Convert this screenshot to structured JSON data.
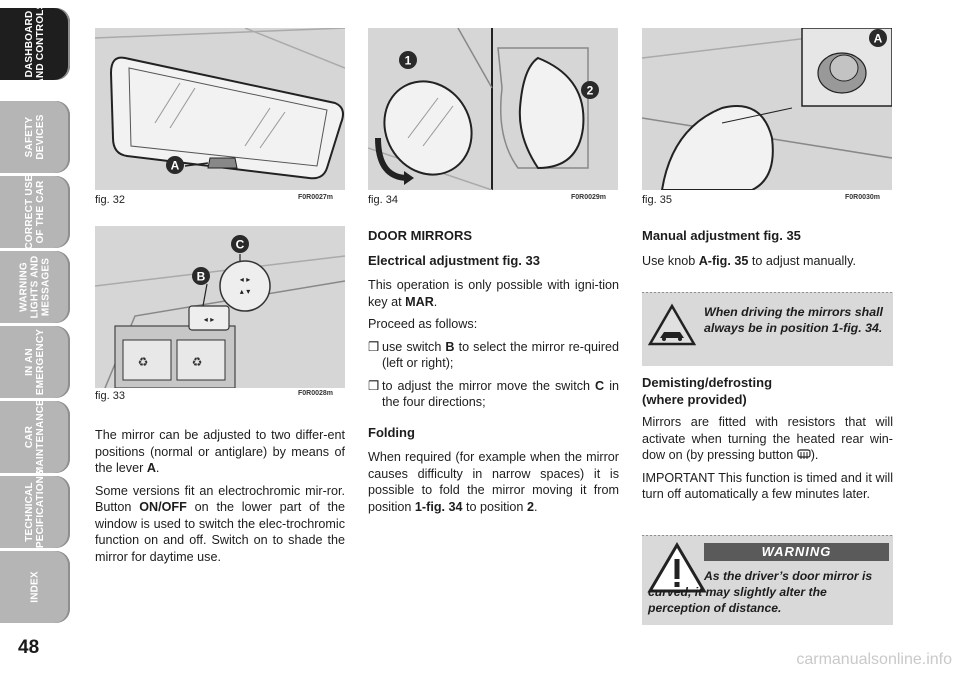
{
  "nav_tabs": [
    {
      "label": "DASHBOARD\nAND CONTROLS",
      "active": true
    },
    {
      "label": "SAFETY\nDEVICES",
      "active": false
    },
    {
      "label": "CORRECT USE\nOF THE CAR",
      "active": false
    },
    {
      "label": "WARNING\nLIGHTS AND\nMESSAGES",
      "active": false
    },
    {
      "label": "IN AN\nEMERGENCY",
      "active": false
    },
    {
      "label": "CAR\nMAINTENANCE",
      "active": false
    },
    {
      "label": "TECHNICAL\nSPECIFICATIONS",
      "active": false
    },
    {
      "label": "INDEX",
      "active": false
    }
  ],
  "page_number": "48",
  "figures": {
    "f32": {
      "label": "fig. 32",
      "code": "F0R0027m",
      "callouts": [
        "A"
      ]
    },
    "f33": {
      "label": "fig. 33",
      "code": "F0R0028m",
      "callouts": [
        "B",
        "C"
      ]
    },
    "f34": {
      "label": "fig. 34",
      "code": "F0R0029m",
      "callouts": [
        "1",
        "2"
      ]
    },
    "f35": {
      "label": "fig. 35",
      "code": "F0R0030m",
      "callouts": [
        "A"
      ]
    }
  },
  "col1": {
    "p1": [
      "The mirror can be adjusted to two differ-ent positions (normal or antiglare) by means of the lever ",
      "A",
      "."
    ],
    "p2": [
      "Some versions fit an electrochromic mir-ror. Button ",
      "ON/OFF",
      " on the lower part of the window is used to switch the elec-trochromic function on and off. Switch on to shade the mirror for daytime use."
    ]
  },
  "col2": {
    "heading": "DOOR MIRRORS",
    "subheading": "Electrical adjustment fig. 33",
    "p1": [
      "This operation is only possible with igni-tion key at ",
      "MAR",
      "."
    ],
    "p2": "Proceed as follows:",
    "bullet_glyph": "❒",
    "b1": [
      "use switch ",
      "B",
      " to select the mirror re-quired (left or right);"
    ],
    "b2": [
      "to adjust the mirror move the switch ",
      "C",
      " in the four directions;"
    ],
    "folding_heading": "Folding",
    "p3": [
      "When required (for example when the mirror causes difficulty in narrow spaces) it is possible to fold the mirror moving it from position ",
      "1-fig. 34",
      " to position ",
      "2",
      "."
    ]
  },
  "col3": {
    "heading": "Manual adjustment fig. 35",
    "p1": [
      "Use knob ",
      "A-fig. 35",
      " to adjust manually."
    ],
    "note_text": "When driving the mirrors shall always be in position 1-fig. 34.",
    "demist_heading_1": "Demisting/defrosting",
    "demist_heading_2": "(where provided)",
    "p2": [
      "Mirrors are fitted with resistors that will activate when turning the heated rear win-dow on (by pressing button ",
      ")."
    ],
    "p3": "IMPORTANT This function is timed and it will turn off automatically a few minutes later.",
    "warning_title": "WARNING",
    "warning_text": "As the driver’s door mirror is curved, it may slightly alter the perception of distance."
  },
  "watermark": "carmanualsonline.info",
  "colors": {
    "tab_grey": "#b5b5b5",
    "tab_active": "#1e1e1e",
    "figure_bg": "#d6d6d6",
    "note_bg": "#d9d9d9",
    "warning_band": "#5a5a5a"
  }
}
